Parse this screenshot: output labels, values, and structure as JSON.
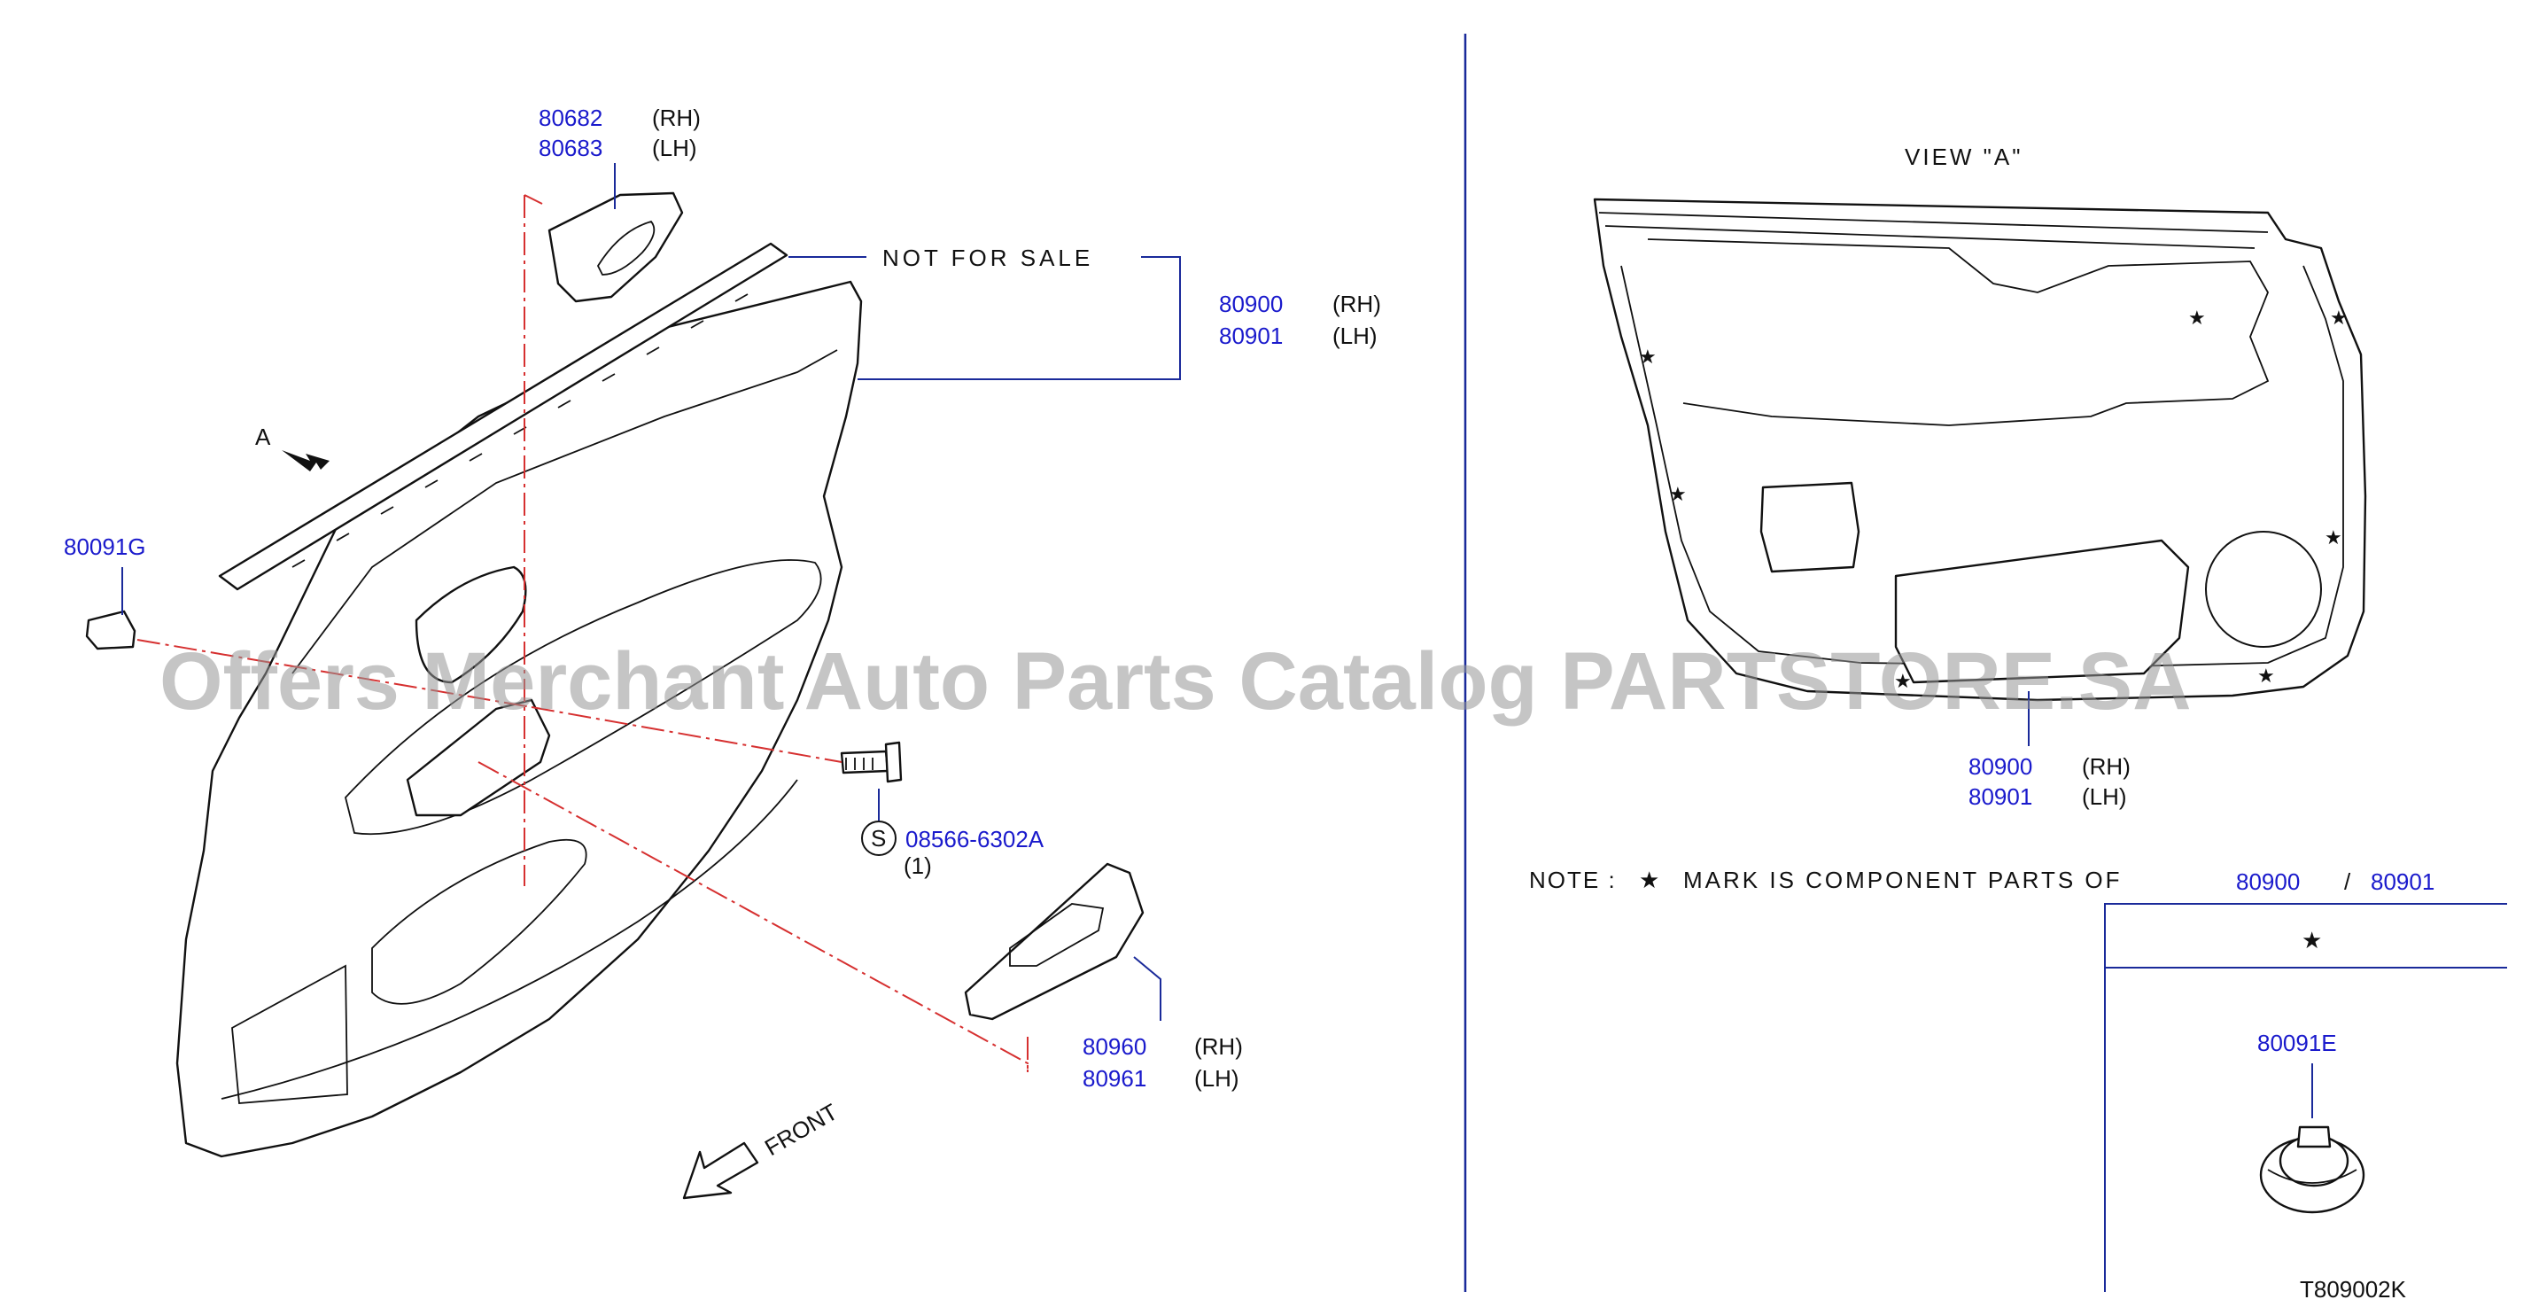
{
  "title_view": "VIEW \"A\"",
  "not_for_sale": "NOT FOR SALE",
  "callouts": {
    "switch_finisher_rh": "80682",
    "switch_finisher_lh": "80683",
    "trim_rh": "80900",
    "trim_lh": "80901",
    "clip_g": "80091G",
    "bolt": "08566-6302A",
    "bolt_qty": "(1)",
    "bolt_mark": "S",
    "power_window_rh": "80960",
    "power_window_lh": "80961",
    "view_trim_rh": "80900",
    "view_trim_lh": "80901",
    "clip_e": "80091E"
  },
  "side_labels": {
    "rh": "(RH)",
    "lh": "(LH)"
  },
  "arrow_a": "A",
  "front_label": "FRONT",
  "note": {
    "prefix": "NOTE :",
    "star": "★",
    "text": "MARK IS COMPONENT PARTS OF",
    "part_a": "80900",
    "slash": "/",
    "part_b": "80901"
  },
  "table_star": "★",
  "figure_code": "T809002K",
  "watermark": "Offers Merchant Auto Parts Catalog PARTSTORE.SA",
  "colors": {
    "part_number": "#1a1acc",
    "leader_line": "#1a2a9a",
    "dash_line": "#d63030",
    "watermark": "#969696"
  }
}
